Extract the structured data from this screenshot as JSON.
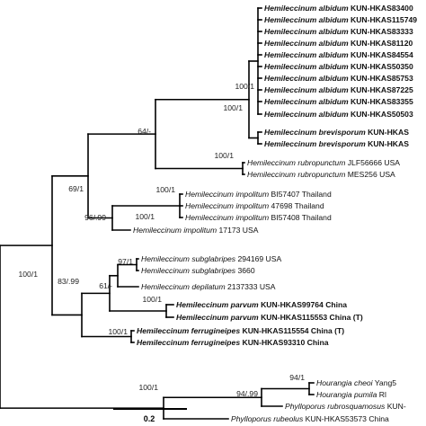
{
  "tree": {
    "taxa": [
      {
        "genus": "Hemileccinum albidum",
        "rest": " KUN-HKAS83400",
        "bold": true
      },
      {
        "genus": "Hemileccinum albidum",
        "rest": " KUN-HKAS115749",
        "bold": true
      },
      {
        "genus": "Hemileccinum albidum",
        "rest": " KUN-HKAS83333",
        "bold": true
      },
      {
        "genus": "Hemileccinum albidum",
        "rest": " KUN-HKAS81120",
        "bold": true
      },
      {
        "genus": "Hemileccinum albidum",
        "rest": " KUN-HKAS84554",
        "bold": true
      },
      {
        "genus": "Hemileccinum albidum",
        "rest": " KUN-HKAS50350",
        "bold": true
      },
      {
        "genus": "Hemileccinum albidum",
        "rest": " KUN-HKAS85753",
        "bold": true
      },
      {
        "genus": "Hemileccinum albidum",
        "rest": " KUN-HKAS87225",
        "bold": true
      },
      {
        "genus": "Hemileccinum albidum",
        "rest": " KUN-HKAS83355",
        "bold": true
      },
      {
        "genus": "Hemileccinum albidum",
        "rest": " KUN-HKAS50503",
        "bold": true
      },
      {
        "genus": "Hemileccinum brevisporum",
        "rest": " KUN-HKAS",
        "bold": true
      },
      {
        "genus": "Hemileccinum brevisporum",
        "rest": " KUN-HKAS",
        "bold": true
      },
      {
        "genus": "Hemileccinum rubropunctum",
        "rest": " JLF56666 USA",
        "bold": false
      },
      {
        "genus": "Hemileccinum rubropunctum",
        "rest": " MES256 USA",
        "bold": false
      },
      {
        "genus": "Hemileccinum impolitum",
        "rest": " BI57407 Thailand",
        "bold": false
      },
      {
        "genus": "Hemileccinum impolitum",
        "rest": " 47698 Thailand",
        "bold": false
      },
      {
        "genus": "Hemileccinum impolitum",
        "rest": " BI57408 Thailand",
        "bold": false
      },
      {
        "genus": "Hemileccinum impolitum",
        "rest": " 17173 USA",
        "bold": false
      },
      {
        "genus": "Hemileccinum subglabripes",
        "rest": " 294169 USA",
        "bold": false
      },
      {
        "genus": "Hemileccinum subglabripes",
        "rest": " 3660",
        "bold": false
      },
      {
        "genus": "Hemileccinum  depilatum",
        "rest": " 2137333 USA",
        "bold": false
      },
      {
        "genus": "Hemileccinum parvum",
        "rest": " KUN-HKAS99764 China",
        "bold": true
      },
      {
        "genus": "Hemileccinum parvum",
        "rest": " KUN-HKAS115553 China (T)",
        "bold": true
      },
      {
        "genus": "Hemileccinum ferrugineipes",
        "rest": " KUN-HKAS115554 China (T)",
        "bold": true
      },
      {
        "genus": "Hemileccinum ferrugineipes",
        "rest": " KUN-HKAS93310 China",
        "bold": true
      },
      {
        "genus": "Hourangia cheoi",
        "rest": " Yang5",
        "bold": false
      },
      {
        "genus": "Hourangia pumila",
        "rest": " Rl",
        "bold": false
      },
      {
        "genus": "Phylloporus rubrosquamosus",
        "rest": " KUN-",
        "bold": false
      },
      {
        "genus": "Phylloporus rubeolus",
        "rest": " KUN-HKAS53573 China",
        "bold": false
      }
    ],
    "support": [
      "100/1",
      "100/1",
      "64/-",
      "100/1",
      "100/1",
      "69/1",
      "100/1",
      "96/.99",
      "100/1",
      "97/1",
      "61/-",
      "83/.99",
      "100/1",
      "100/1",
      "94/1",
      "94/.99",
      "100/1"
    ],
    "scale_label": "0.2"
  }
}
